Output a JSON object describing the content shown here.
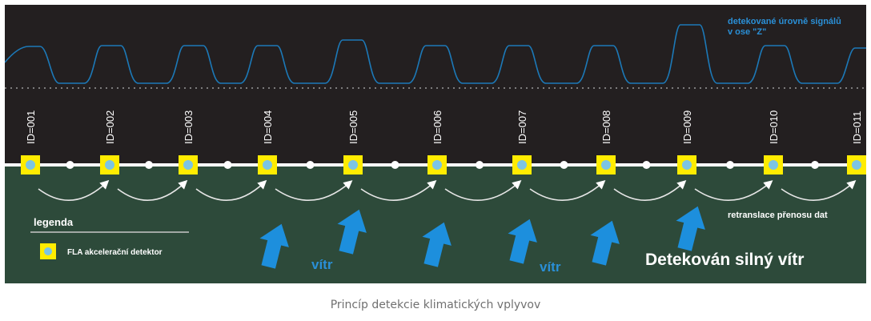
{
  "signal_label_line1": "detekované úrovně signálů",
  "signal_label_line2": "v ose \"Z\"",
  "detectors": [
    {
      "id": "ID=001"
    },
    {
      "id": "ID=002"
    },
    {
      "id": "ID=003"
    },
    {
      "id": "ID=004"
    },
    {
      "id": "ID=005"
    },
    {
      "id": "ID=006"
    },
    {
      "id": "ID=007"
    },
    {
      "id": "ID=008"
    },
    {
      "id": "ID=009"
    },
    {
      "id": "ID=010"
    },
    {
      "id": "ID=011"
    }
  ],
  "legend": {
    "title": "legenda",
    "item": "FLA akcelerační detektor"
  },
  "retranslation_label": "retranslace přenosu dat",
  "wind_labels": [
    "vítr",
    "vítr"
  ],
  "headline": "Detekován silný vítr",
  "caption": "Princíp detekcie klimatických vplyvov",
  "colors": {
    "top_background": "#231f20",
    "bottom_background": "#2d4a3a",
    "signal": "#1c79b8",
    "label_blue": "#2a8fd6",
    "detector_fill": "#ffec00",
    "detector_dot": "#7cc4e4",
    "arrow_blue": "#1d8fdd"
  }
}
